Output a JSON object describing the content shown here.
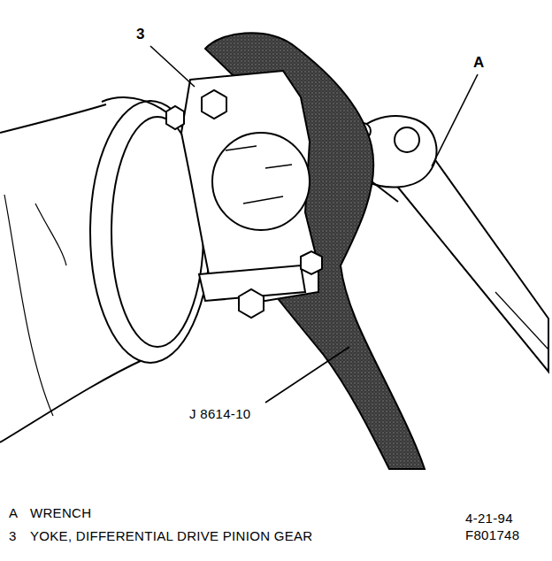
{
  "diagram": {
    "labels": [
      "3",
      "A",
      "J 8614-10",
      "A",
      "WRENCH",
      "3",
      "YOKE, DIFFERENTIAL DRIVE PINION GEAR",
      "4-21-94",
      "F801748"
    ]
  }
}
